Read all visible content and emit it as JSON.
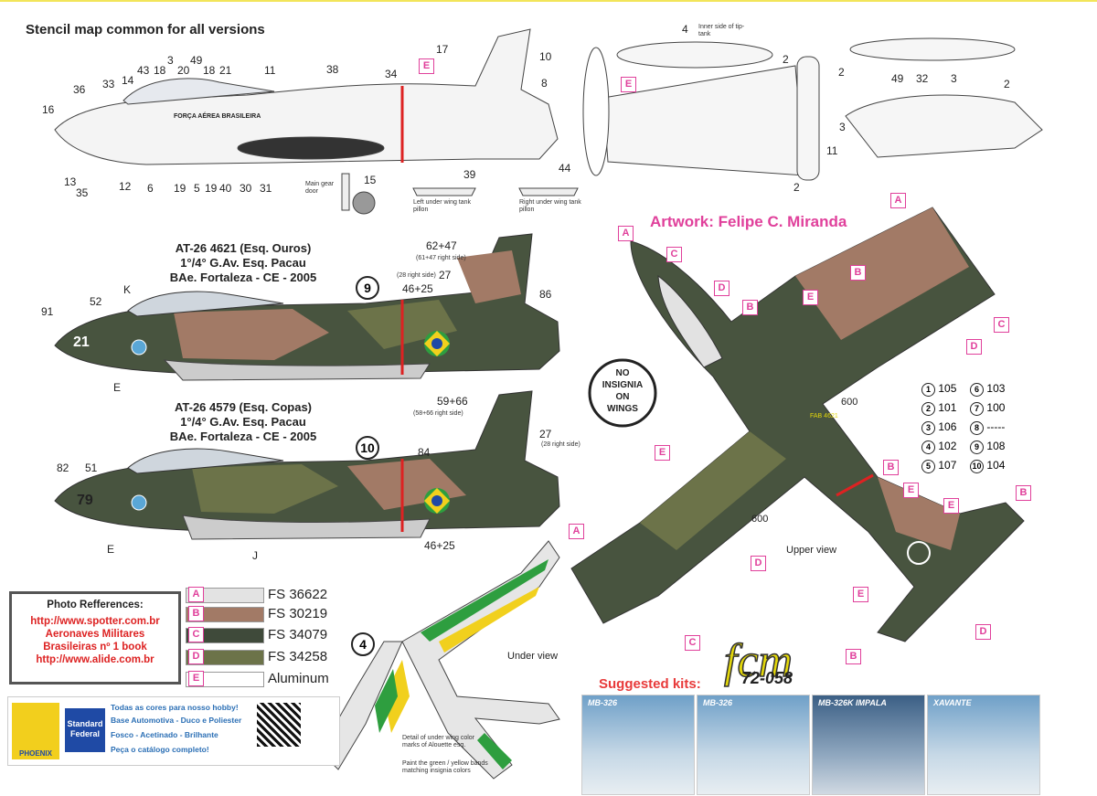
{
  "stencil_title": "Stencil map common for all versions",
  "artwork_credit": "Artwork: Felipe C. Miranda",
  "stencil_callouts": [
    "16",
    "36",
    "33",
    "43",
    "14",
    "18",
    "20",
    "3",
    "49",
    "18",
    "21",
    "11",
    "38",
    "34",
    "17",
    "10",
    "8",
    "13",
    "35",
    "12",
    "6",
    "19",
    "5",
    "19",
    "40",
    "30",
    "31",
    "15",
    "39",
    "44",
    "4",
    "2",
    "2",
    "2",
    "2",
    "49",
    "32",
    "3",
    "3",
    "11"
  ],
  "stencil_notes": {
    "inner_tip_tank": "Inner side of tip-tank",
    "main_gear": "Main gear door",
    "left_pillon": "Left under wing tank pillon",
    "right_pillon": "Right under wing tank pillon"
  },
  "fuselage_text": "FORÇA AÉREA BRASILEIRA",
  "versions": [
    {
      "number": "9",
      "title_line1": "AT-26 4621 (Esq. Ouros)",
      "title_line2": "1°/4° G.Av. Esq. Pacau",
      "title_line3": "BAe. Fortaleza - CE - 2005",
      "callouts": {
        "a": "91",
        "b": "52",
        "c": "K",
        "d": "E",
        "e": "62+47",
        "f": "27",
        "g": "46+25",
        "h": "86"
      },
      "notes": {
        "a": "(61+47 right side)",
        "b": "(28 right side)"
      },
      "code": "21"
    },
    {
      "number": "10",
      "title_line1": "AT-26 4579 (Esq. Copas)",
      "title_line2": "1°/4° G.Av. Esq. Pacau",
      "title_line3": "BAe. Fortaleza - CE - 2005",
      "callouts": {
        "a": "82",
        "b": "51",
        "c": "E",
        "d": "J",
        "e": "59+66",
        "f": "27",
        "g": "84",
        "h": "46+25"
      },
      "notes": {
        "a": "(58+66 right side)",
        "b": "(28 right side)"
      },
      "code": "79"
    }
  ],
  "no_insignia": [
    "NO",
    "INSIGNIA",
    "ON",
    "WINGS"
  ],
  "upper_view_label": "Upper view",
  "under_view_label": "Under view",
  "under_view_number": "4",
  "under_view_notes": {
    "detail": "Detail of under wing color marks of Alouette esq.",
    "paint": "Paint the green / yellow bands matching insignia colors"
  },
  "upper_tags": [
    "A",
    "C",
    "D",
    "B",
    "E",
    "B",
    "C",
    "D",
    "E",
    "B",
    "E",
    "E",
    "B",
    "D",
    "E",
    "B",
    "A",
    "D",
    "C",
    "A"
  ],
  "upper_marks": {
    "a": "600",
    "b": "600",
    "c": "FAB 4621"
  },
  "number_legend": [
    {
      "n1": "1",
      "v1": "105",
      "n2": "6",
      "v2": "103"
    },
    {
      "n1": "2",
      "v1": "101",
      "n2": "7",
      "v2": "100"
    },
    {
      "n1": "3",
      "v1": "106",
      "n2": "8",
      "v2": "-----"
    },
    {
      "n1": "4",
      "v1": "102",
      "n2": "9",
      "v2": "108"
    },
    {
      "n1": "5",
      "v1": "107",
      "n2": "10",
      "v2": "104"
    }
  ],
  "colors": [
    {
      "tag": "A",
      "name": "FS 36622",
      "hex": "#e3e3e3"
    },
    {
      "tag": "B",
      "name": "FS 30219",
      "hex": "#a27a66"
    },
    {
      "tag": "C",
      "name": "FS 34079",
      "hex": "#3f4a3a"
    },
    {
      "tag": "D",
      "name": "FS 34258",
      "hex": "#6c7349"
    },
    {
      "tag": "E",
      "name": "Aluminum",
      "hex": "#ffffff"
    }
  ],
  "photo_refs": {
    "title": "Photo Refferences:",
    "line1": "http://www.spotter.com.br",
    "line2": "Aeronaves Militares",
    "line3": "Brasileiras  nº 1 book",
    "line4": "http://www.alide.com.br"
  },
  "ad": {
    "line1": "Todas as cores para nosso hobby!",
    "line2": "Base Automotiva - Duco e Poliester",
    "line3": "Fosco - Acetinado - Brilhante",
    "line4": "Peça o catálogo completo!",
    "brand1": "PHOENIX",
    "brand2": "Standard Federal"
  },
  "brand": {
    "logo": "fcm",
    "code": "72-058"
  },
  "suggested_title": "Suggested kits:",
  "kits": [
    "MB-326",
    "MB-326",
    "MB-326K IMPALA",
    "XAVANTE"
  ]
}
